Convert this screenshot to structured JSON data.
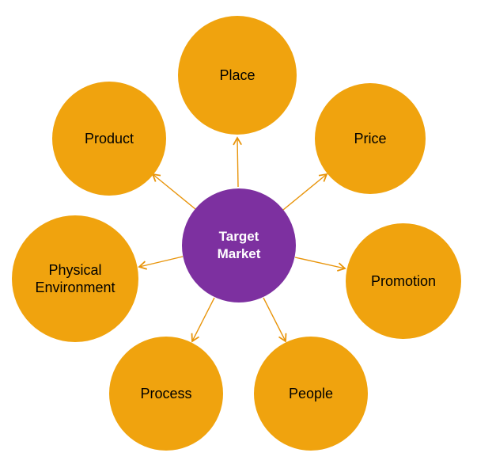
{
  "diagram": {
    "center": {
      "label": "Target Market",
      "fill_color": "#7D30A0",
      "text_color": "#FFFFFF"
    },
    "nodes": [
      {
        "id": "place",
        "label": "Place"
      },
      {
        "id": "price",
        "label": "Price"
      },
      {
        "id": "promotion",
        "label": "Promotion"
      },
      {
        "id": "people",
        "label": "People"
      },
      {
        "id": "process",
        "label": "Process"
      },
      {
        "id": "physical-environment",
        "label": "Physical Environment"
      },
      {
        "id": "product",
        "label": "Product"
      }
    ],
    "node_fill_color": "#F0A30E",
    "node_text_color": "#000000",
    "arrow_color": "#E8940A"
  }
}
